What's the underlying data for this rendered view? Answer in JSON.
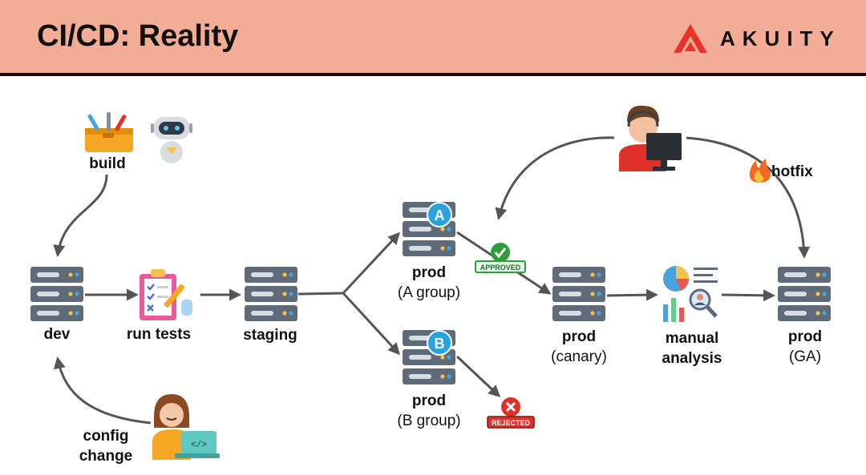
{
  "header": {
    "title": "CI/CD: Reality",
    "brand": "AKUITY",
    "brand_color": "#e8322b",
    "background": "#f3ad96"
  },
  "nodes": {
    "build": {
      "label": "build",
      "icons": [
        "toolbox-icon",
        "robot-icon"
      ]
    },
    "dev": {
      "label": "dev",
      "icon": "server-icon"
    },
    "run_tests": {
      "label": "run tests",
      "icon": "checklist-icon"
    },
    "staging": {
      "label": "staging",
      "icon": "server-icon"
    },
    "prod_a": {
      "label": "prod",
      "sub": "(A group)",
      "badge": "A"
    },
    "prod_b": {
      "label": "prod",
      "sub": "(B group)",
      "badge": "B"
    },
    "prod_canary": {
      "label": "prod",
      "sub": "(canary)"
    },
    "manual_analysis": {
      "label1": "manual",
      "label2": "analysis"
    },
    "prod_ga": {
      "label": "prod",
      "sub": "(GA)"
    },
    "config_change": {
      "label1": "config",
      "label2": "change"
    },
    "hotfix": {
      "label": "hotfix",
      "icon": "fire-icon"
    }
  },
  "stamps": {
    "approved": {
      "text": "APPROVED",
      "color": "#2e9e3a"
    },
    "rejected": {
      "text": "REJECTED",
      "color": "#e0302a"
    }
  },
  "colors": {
    "server_body": "#5f6b78",
    "server_slot": "#d7dde3",
    "arrow": "#555555",
    "badge": "#29a3e0"
  }
}
